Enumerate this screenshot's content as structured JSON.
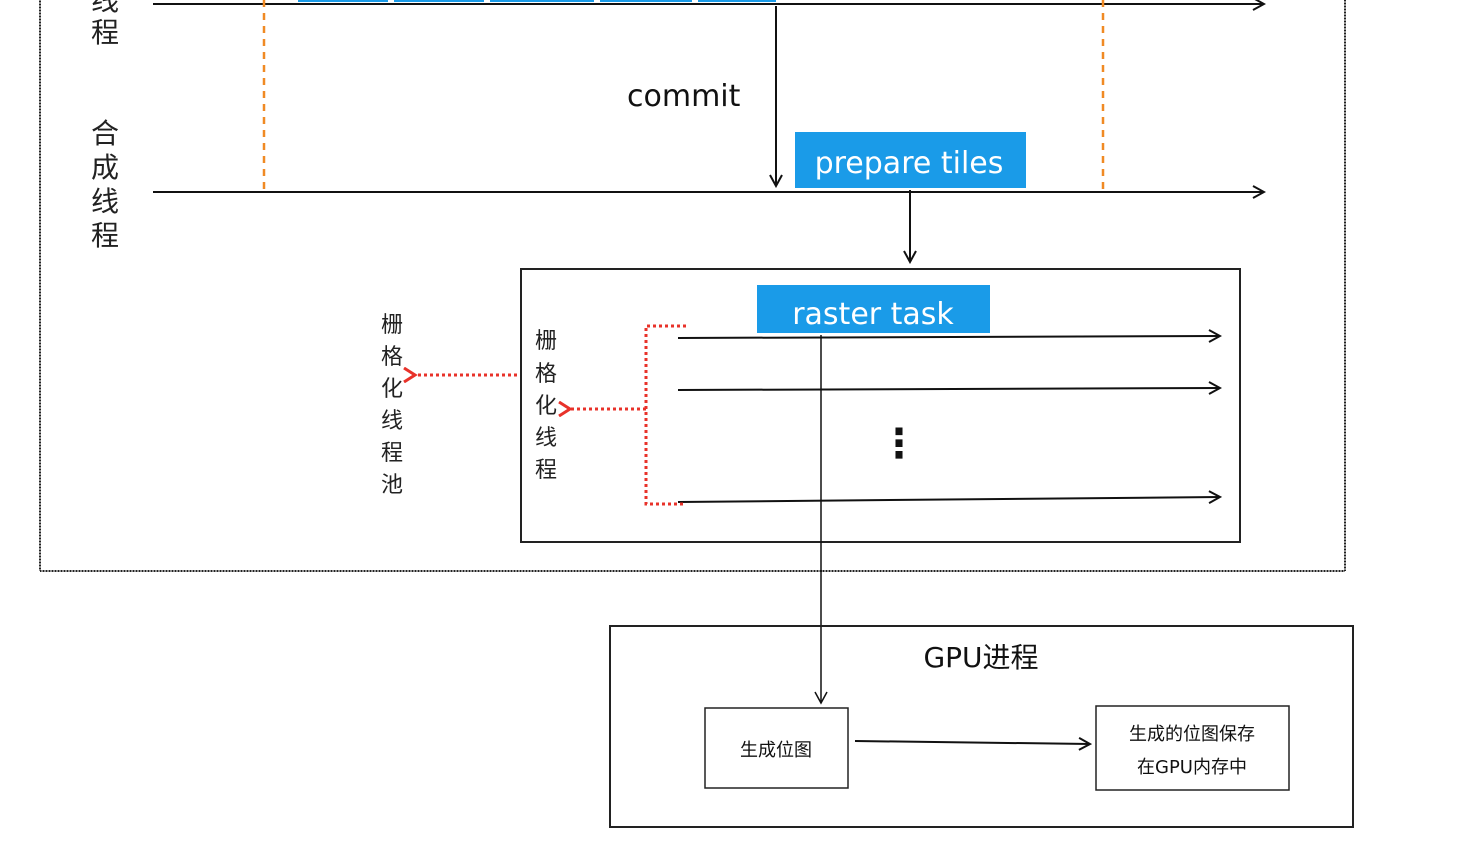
{
  "main_thread": {
    "label_chars": [
      "线",
      "程"
    ]
  },
  "compositor_thread": {
    "label_chars": [
      "合",
      "成",
      "线",
      "程"
    ]
  },
  "commit": {
    "label": "commit"
  },
  "prepare_tiles": {
    "label": "prepare tiles"
  },
  "raster": {
    "task_label": "raster task",
    "thread_label_chars": [
      "栅",
      "格",
      "化",
      "线",
      "程"
    ],
    "pool_label_chars": [
      "栅",
      "格",
      "化",
      "线",
      "程",
      "池"
    ],
    "ellipsis": "⋮"
  },
  "gpu": {
    "title": "GPU进程",
    "generate_bitmap": "生成位图",
    "store_line1": "生成的位图保存",
    "store_line2": "在GPU内存中"
  },
  "colors": {
    "task_blue": "#1a9be8",
    "marker_orange": "#f08a24",
    "pointer_red": "#e8322a",
    "ink": "#111111"
  }
}
